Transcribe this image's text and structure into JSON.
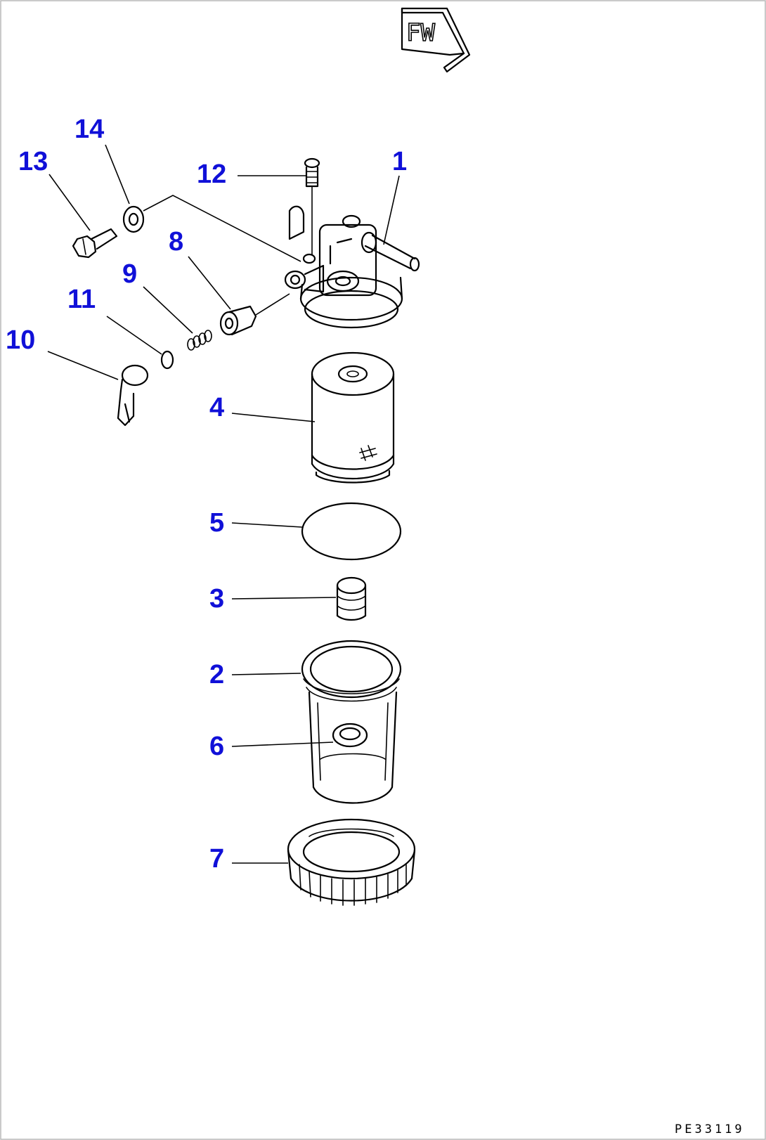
{
  "direction_marker": {
    "label": "FW"
  },
  "drawing_code": "PE33119",
  "colors": {
    "callout": "#1010d8",
    "line": "#000000",
    "background": "#ffffff"
  },
  "callouts": [
    {
      "id": "c1",
      "label": "1"
    },
    {
      "id": "c2",
      "label": "2"
    },
    {
      "id": "c3",
      "label": "3"
    },
    {
      "id": "c4",
      "label": "4"
    },
    {
      "id": "c5",
      "label": "5"
    },
    {
      "id": "c6",
      "label": "6"
    },
    {
      "id": "c7",
      "label": "7"
    },
    {
      "id": "c8",
      "label": "8"
    },
    {
      "id": "c9",
      "label": "9"
    },
    {
      "id": "c10",
      "label": "10"
    },
    {
      "id": "c11",
      "label": "11"
    },
    {
      "id": "c12",
      "label": "12"
    },
    {
      "id": "c13",
      "label": "13"
    },
    {
      "id": "c14",
      "label": "14"
    }
  ]
}
